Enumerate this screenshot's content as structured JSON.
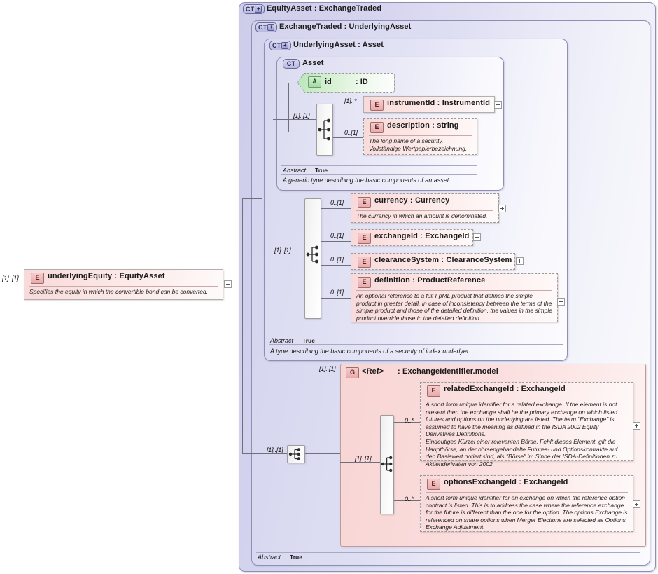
{
  "diagram": {
    "kind": "xsd-schema-diagram",
    "root_element": {
      "icon": "element-icon",
      "badge": "E",
      "name": "underlyingEquity",
      "separator": ":",
      "type": "EquityAsset",
      "cardinality": "[1]..[1]",
      "documentation": "Specifies the equity in which the convertible bond can be converted.",
      "expander": "minus"
    },
    "containers": [
      {
        "badge": "CT",
        "expandable": true,
        "title": "EquityAsset : ExchangeTraded"
      },
      {
        "badge": "CT",
        "expandable": true,
        "title": "ExchangeTraded : UnderlyingAsset"
      },
      {
        "badge": "CT",
        "expandable": true,
        "title": "UnderlyingAsset : Asset"
      },
      {
        "badge": "CT",
        "expandable": false,
        "title": "Asset"
      }
    ],
    "asset_block": {
      "attribute": {
        "badge": "A",
        "name": "id",
        "separator": ":",
        "type": "ID"
      },
      "sequence_cardinality": "[1]..[1]",
      "children": [
        {
          "badge": "E",
          "name": "instrumentId",
          "separator": ":",
          "type": "InstrumentId",
          "cardinality": "[1]..*",
          "documentation": "",
          "expander": "plus",
          "border": "solid"
        },
        {
          "badge": "E",
          "name": "description",
          "separator": ":",
          "type": "string",
          "cardinality": "0..[1]",
          "documentation": "The long name of a security.\nVollständige Wertpapierbezeichnung.",
          "expander": "none",
          "border": "dashed"
        }
      ],
      "abstract_label": "Abstract",
      "abstract_value": "True",
      "documentation": "A generic type describing the basic components of an asset."
    },
    "underlying_asset_block": {
      "sequence_cardinality": "[1]..[1]",
      "children": [
        {
          "badge": "E",
          "name": "currency",
          "separator": ":",
          "type": "Currency",
          "cardinality": "0..[1]",
          "documentation": "The currency in which an amount is denominated.",
          "expander": "plus",
          "border": "dashed"
        },
        {
          "badge": "E",
          "name": "exchangeId",
          "separator": ":",
          "type": "ExchangeId",
          "cardinality": "0..[1]",
          "documentation": "",
          "expander": "plus",
          "border": "dashed"
        },
        {
          "badge": "E",
          "name": "clearanceSystem",
          "separator": ":",
          "type": "ClearanceSystem",
          "cardinality": "0..[1]",
          "documentation": "",
          "expander": "plus",
          "border": "dashed"
        },
        {
          "badge": "E",
          "name": "definition",
          "separator": ":",
          "type": "ProductReference",
          "cardinality": "0..[1]",
          "documentation": "An optional reference to a full FpML product that defines the simple product in greater detail. In case of inconsistency between the terms of the simple product and those of the detailed definition, the values in the simple product override those in the detailed definition.",
          "expander": "plus",
          "border": "dashed"
        }
      ],
      "abstract_label": "Abstract",
      "abstract_value": "True",
      "documentation": "A type describing the basic components of a security of index underlyer."
    },
    "group_block": {
      "badge": "G",
      "ref_label": "<Ref>",
      "separator": ":",
      "name": "ExchangeIdentifier.model",
      "cardinality_outer": "[1]..[1]",
      "cardinality_seq": "[1]..[1]",
      "children": [
        {
          "badge": "E",
          "name": "relatedExchangeId",
          "separator": ":",
          "type": "ExchangeId",
          "cardinality": "0..*",
          "documentation": "A short form unique identifier for a related exchange. If the element is not present then the exchange shall be the primary exchange on which listed futures and options on the underlying are listed. The term \"Exchange\" is assumed to have the meaning as defined in the ISDA 2002 Equity Derivatives Definitions.\nEindeutiges Kürzel einer relevanten Börse. Fehlt dieses Element, gilt die Hauptbörse, an der börsengehandelte Futures- und Optionskontrakte auf den Basiswert notiert sind, als \"Börse\" im Sinne der ISDA-Definitionen zu Aktienderivaten von 2002.",
          "expander": "plus",
          "border": "dashed"
        },
        {
          "badge": "E",
          "name": "optionsExchangeId",
          "separator": ":",
          "type": "ExchangeId",
          "cardinality": "0..*",
          "documentation": "A short form unique identifier for an exchange on which the reference option contract is listed. This is to address the case where the reference exchange for the future is different than the one for the option. The options Exchange is referenced on share options when Merger Elections are selected as Options Exchange Adjustment.",
          "expander": "plus",
          "border": "dashed"
        }
      ]
    },
    "outer_abstract": {
      "label": "Abstract",
      "value": "True"
    },
    "colors": {
      "element_fill": "#fbe4e3",
      "element_badge": "#eaa9a9",
      "container_fill": "#d5d5ef",
      "container_border": "#8f8fb5",
      "attribute_fill": "#d6f0d2",
      "line": "#6f6f7e"
    }
  }
}
